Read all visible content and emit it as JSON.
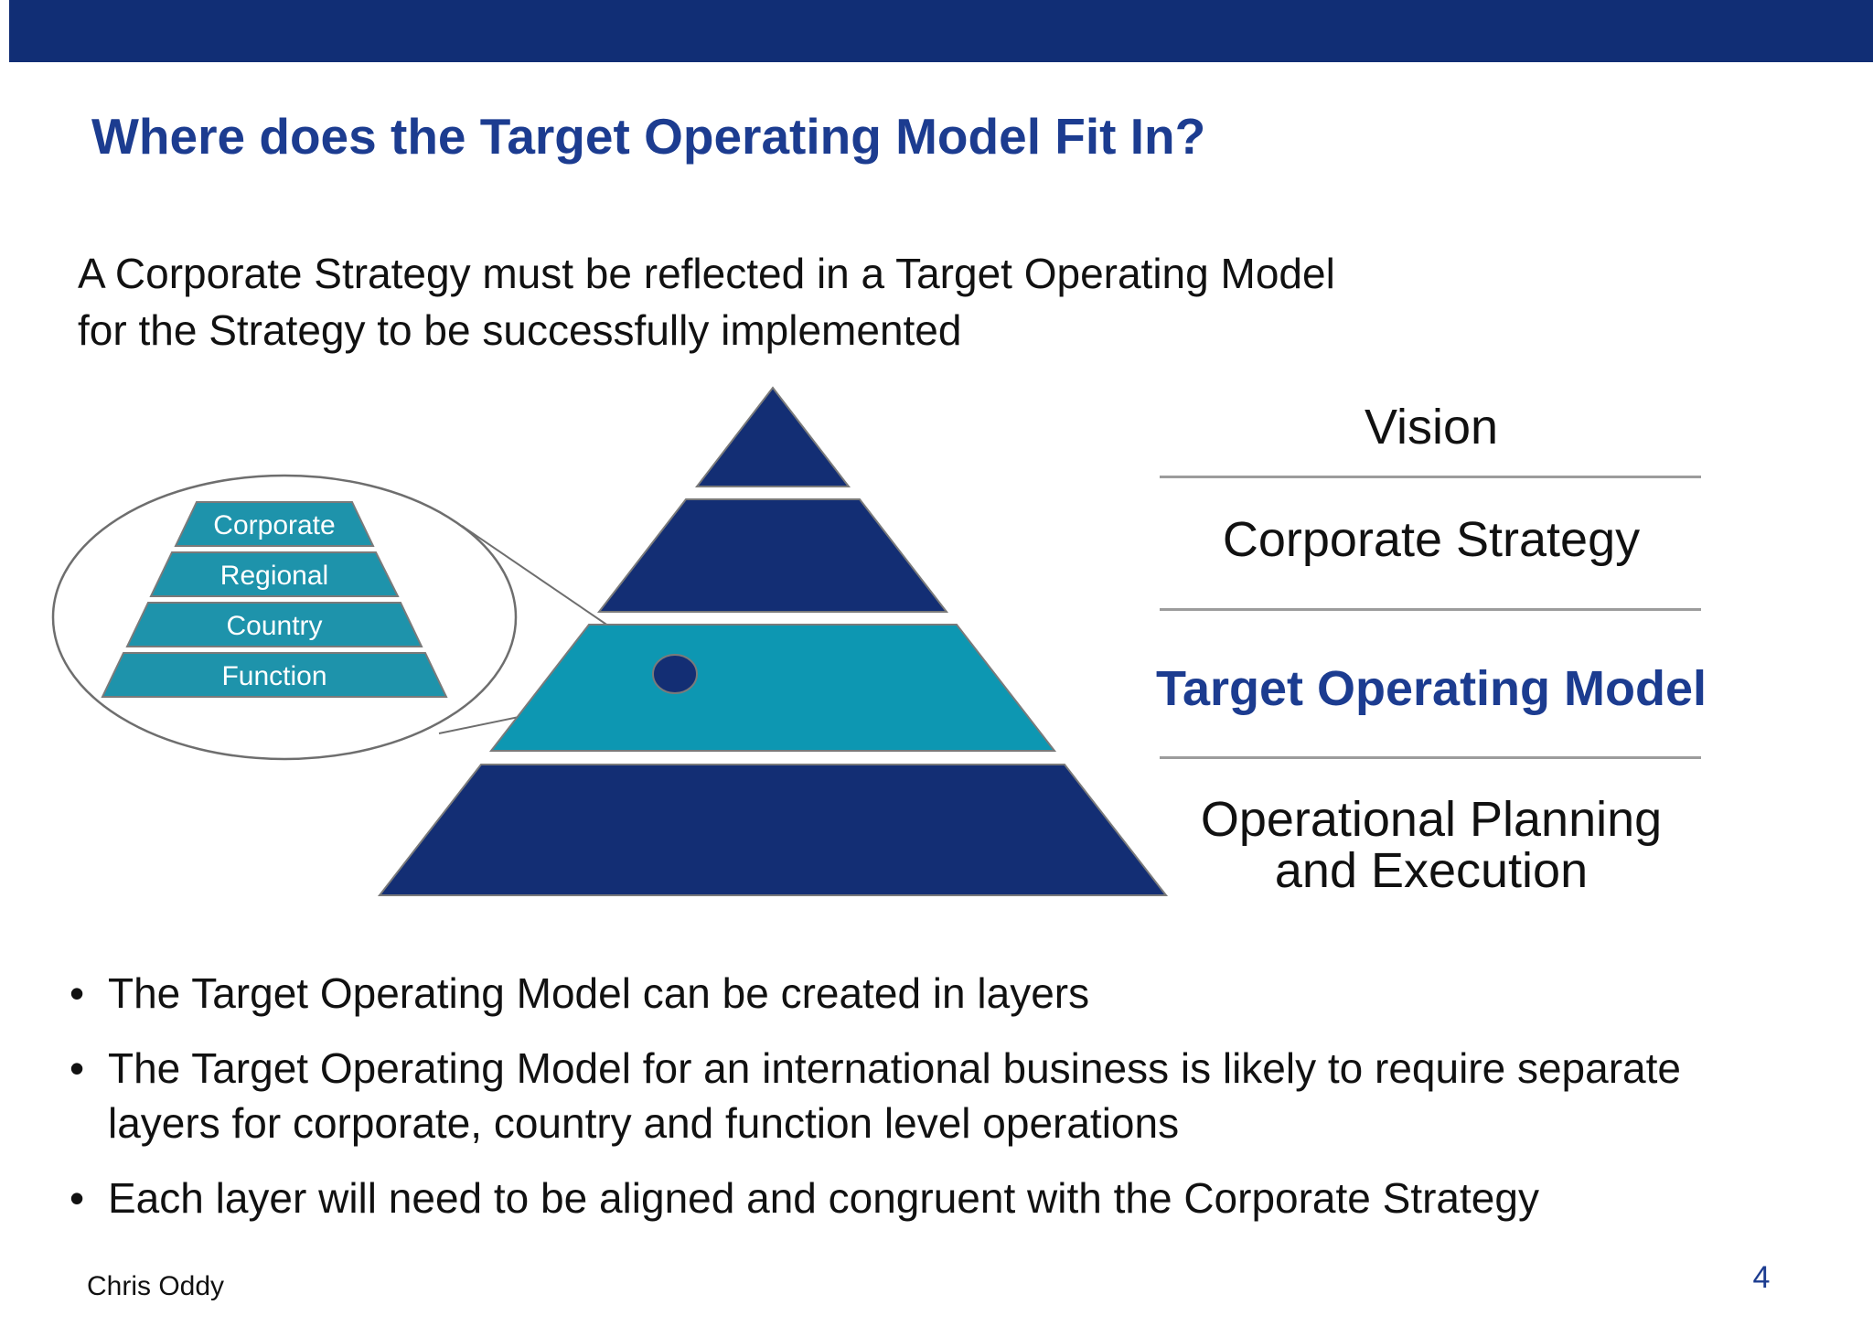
{
  "slide": {
    "title": "Where does the Target Operating Model Fit In?",
    "intro": "A Corporate Strategy must be reflected in a Target Operating Model for the Strategy to be successfully implemented",
    "footer": {
      "author": "Chris Oddy",
      "page_number": "4"
    }
  },
  "pyramid": {
    "levels": [
      {
        "label": "Vision"
      },
      {
        "label": "Corporate Strategy"
      },
      {
        "label": "Target Operating Model",
        "highlight": true
      },
      {
        "label": "Operational Planning and Execution"
      }
    ]
  },
  "callout": {
    "layers": [
      "Corporate",
      "Regional",
      "Country",
      "Function"
    ]
  },
  "bullets": [
    "The Target Operating Model can be created in layers",
    "The Target Operating Model for an international business is likely to require separate layers for corporate, country and function level operations",
    "Each layer will need to be aligned and congruent with the Corporate Strategy"
  ],
  "colors": {
    "header_bar": "#112e75",
    "pyramid_navy": "#132e74",
    "pyramid_teal": "#0d97b2",
    "callout_teal": "#1e93ab",
    "accent_blue": "#1c3c90",
    "separator_gray": "#9c9c9c",
    "outline_gray": "#7a7a7a",
    "text_black": "#111111"
  }
}
